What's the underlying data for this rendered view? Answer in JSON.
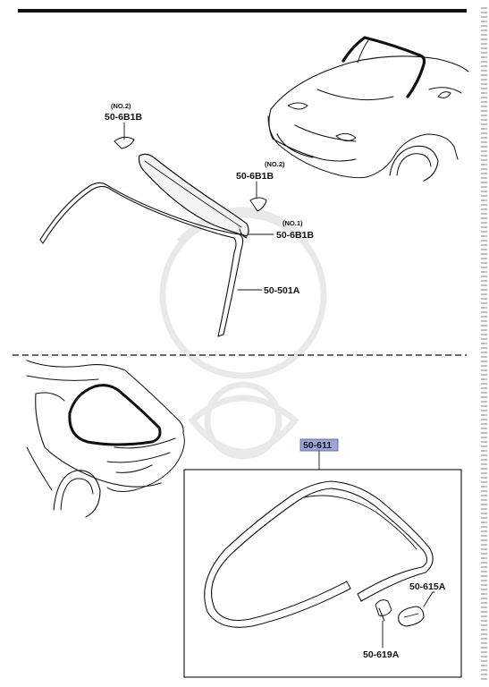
{
  "upper": {
    "clip_no2_a": {
      "note": "(NO.2)",
      "part": "50-6B1B"
    },
    "clip_no2_b": {
      "note": "(NO.2)",
      "part": "50-6B1B"
    },
    "clip_no1": {
      "note": "(NO.1)",
      "part": "50-6B1B"
    },
    "windshield_seal": {
      "part": "50-501A"
    }
  },
  "lower": {
    "assembly": {
      "part": "50-611",
      "highlight_color": "#9aa6d8"
    },
    "cap": {
      "part": "50-615A"
    },
    "clip": {
      "part": "50-619A"
    }
  }
}
